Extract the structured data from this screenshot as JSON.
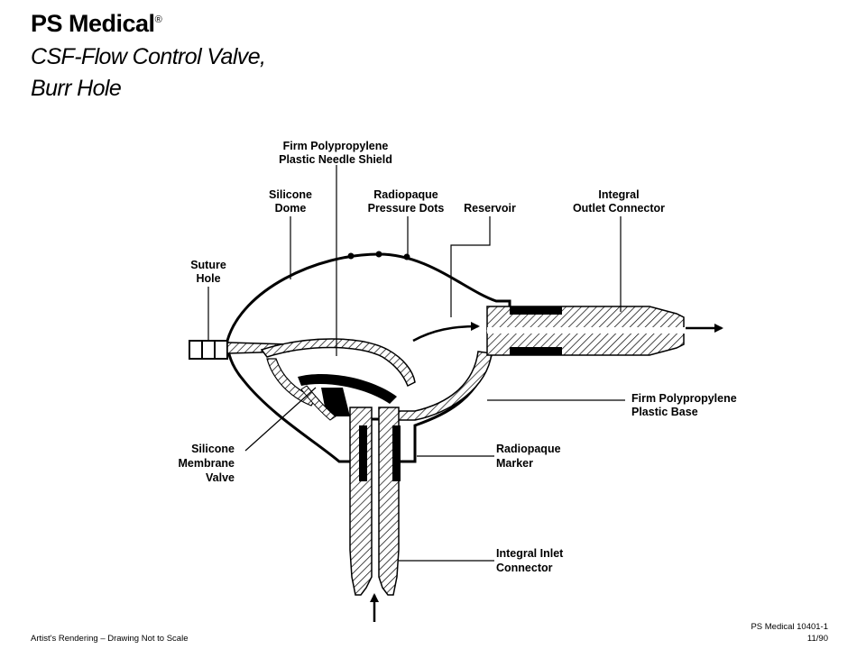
{
  "header": {
    "brand": "PS Medical",
    "brand_mark": "®",
    "subtitle_line1": "CSF-Flow Control Valve,",
    "subtitle_line2": "Burr Hole"
  },
  "labels": {
    "needle_shield_l1": "Firm Polypropylene",
    "needle_shield_l2": "Plastic Needle Shield",
    "dome_l1": "Silicone",
    "dome_l2": "Dome",
    "dots_l1": "Radiopaque",
    "dots_l2": "Pressure Dots",
    "reservoir": "Reservoir",
    "outlet_l1": "Integral",
    "outlet_l2": "Outlet Connector",
    "suture_l1": "Suture",
    "suture_l2": "Hole",
    "base_l1": "Firm Polypropylene",
    "base_l2": "Plastic Base",
    "membrane_l1": "Silicone",
    "membrane_l2": "Membrane",
    "membrane_l3": "Valve",
    "marker_l1": "Radiopaque",
    "marker_l2": "Marker",
    "inlet_l1": "Integral Inlet",
    "inlet_l2": "Connector"
  },
  "footer": {
    "left": "Artist's Rendering – Drawing Not to Scale",
    "right_line1": "PS Medical   10401-1",
    "right_line2": "11/90"
  }
}
